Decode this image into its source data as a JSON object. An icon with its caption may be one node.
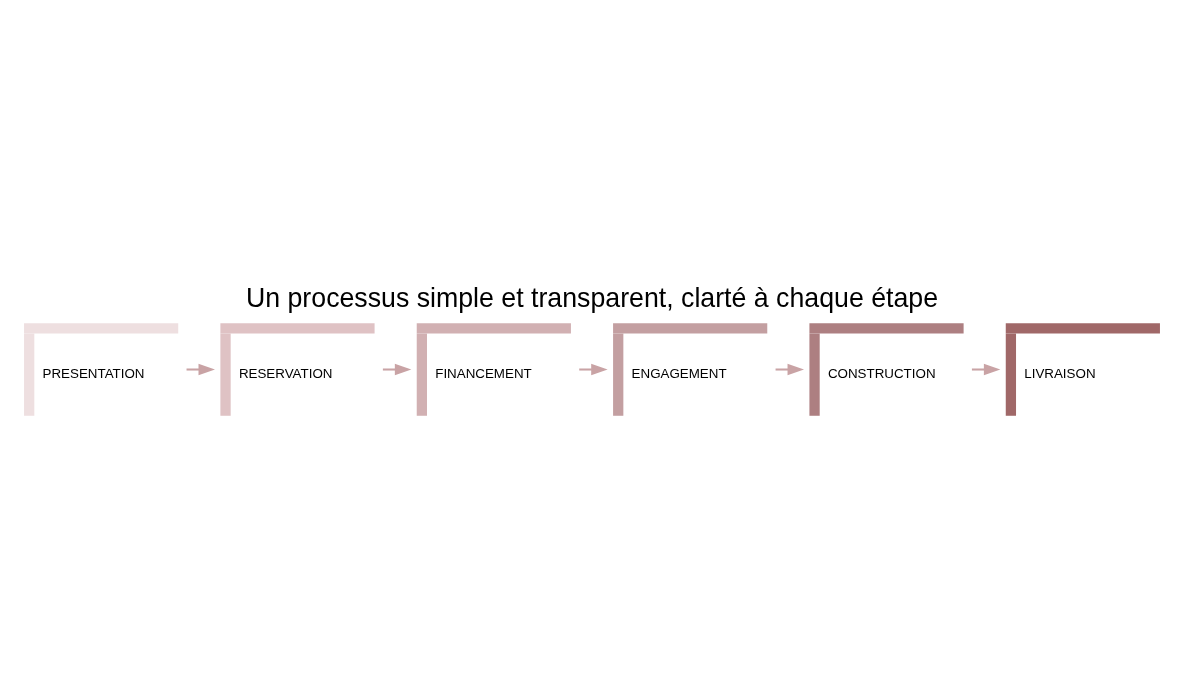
{
  "diagram": {
    "title": "Un processus simple et transparent, clarté à chaque étape",
    "nodes": [
      {
        "text": [
          "PRESENTATION"
        ]
      },
      {
        "text": [
          "RESERVATION"
        ]
      },
      {
        "text": [
          "FINANCEMENT"
        ]
      },
      {
        "text": [
          "ENGAGEMENT"
        ]
      },
      {
        "text": [
          "CONSTRUCTION"
        ]
      },
      {
        "text": [
          "LIVRAISON"
        ]
      }
    ],
    "edges": [
      {
        "from": 0,
        "to": 1,
        "arrow": "to"
      },
      {
        "from": 1,
        "to": 2,
        "arrow": "to"
      },
      {
        "from": 2,
        "to": 3,
        "arrow": "to"
      },
      {
        "from": 3,
        "to": 4,
        "arrow": "to"
      },
      {
        "from": 4,
        "to": 5,
        "arrow": "to"
      }
    ]
  }
}
